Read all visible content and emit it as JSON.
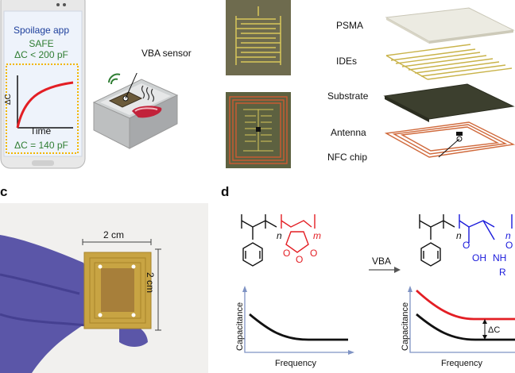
{
  "panel_c_letter": "c",
  "panel_d_letter": "d",
  "phone": {
    "app_name": "Spoilage app",
    "status": "SAFE",
    "threshold": "ΔC < 200 pF",
    "y_axis_label": "ΔC",
    "x_axis_label": "Time",
    "reading": "ΔC = 140 pF"
  },
  "sensor_callout": "VBA sensor",
  "layers": {
    "psma": "PSMA",
    "ides": "IDEs",
    "substrate": "Substrate",
    "antenna": "Antenna",
    "nfc_chip": "NFC chip"
  },
  "photo": {
    "width_label": "2 cm",
    "height_label": "2 cm"
  },
  "chemistry": {
    "subscript_n": "n",
    "subscript_m": "m",
    "reagent": "VBA",
    "oh_label": "OH",
    "nh_label": "NH",
    "r_label": "R",
    "o_label": "O"
  },
  "plots": {
    "y_label": "Capacitance",
    "x_label": "Frequency",
    "delta_label": "ΔC"
  },
  "colors": {
    "accent_red": "#e31e24",
    "accent_blue": "#1a1adb",
    "phone_text_blue": "#1c3e9c",
    "phone_text_green": "#2f7d32",
    "dotted_frame": "#f2b600",
    "axis_blue": "#7f93c4"
  }
}
